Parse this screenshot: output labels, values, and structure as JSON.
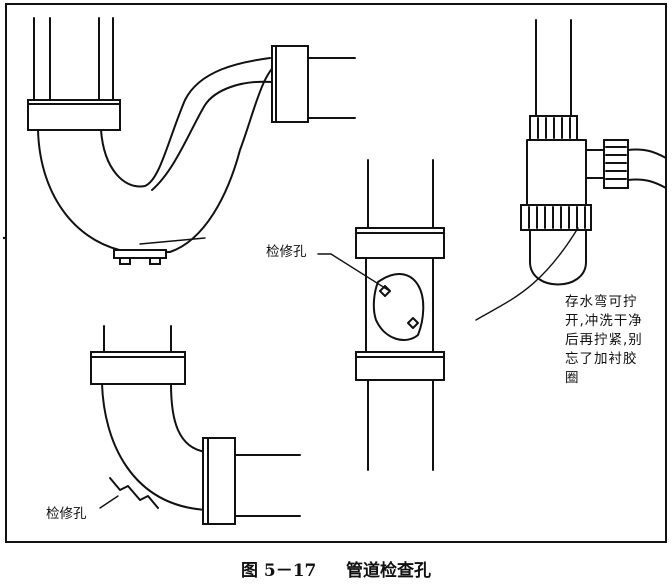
{
  "labels": {
    "inspection_hole_middle": "检修孔",
    "inspection_hole_bottom": "检修孔",
    "trap_note_lines": [
      "存水弯可拧",
      "开,冲洗干净",
      "后再拧紧,别",
      "忘了加衬胶",
      "圈"
    ]
  },
  "caption": {
    "figure_number": "图 5－17",
    "title": "管道检查孔"
  }
}
